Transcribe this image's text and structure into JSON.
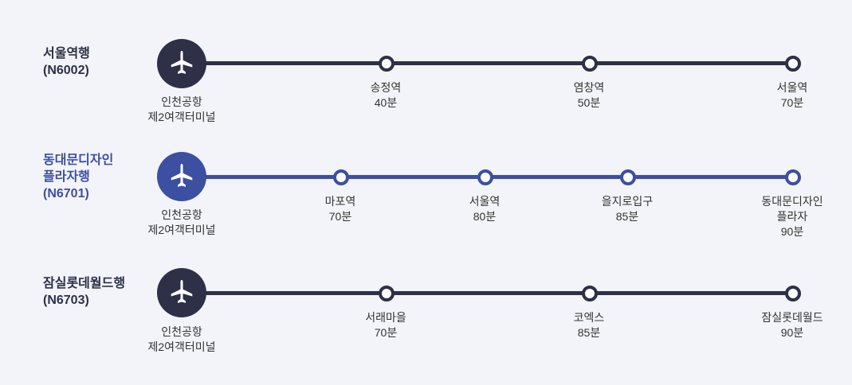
{
  "colors": {
    "dark": "#2d3047",
    "blue": "#3d4fa0"
  },
  "origin": {
    "name": "인천공항\n제2여객터미널"
  },
  "routes": [
    {
      "title": "서울역행\n(N6002)",
      "stops": [
        {
          "name": "송정역",
          "time": "40분"
        },
        {
          "name": "염창역",
          "time": "50분"
        },
        {
          "name": "서울역",
          "time": "70분"
        }
      ]
    },
    {
      "title": "동대문디자인\n플라자행\n(N6701)",
      "stops": [
        {
          "name": "마포역",
          "time": "70분"
        },
        {
          "name": "서울역",
          "time": "80분"
        },
        {
          "name": "을지로입구",
          "time": "85분"
        },
        {
          "name": "동대문디자인\n플라자",
          "time": "90분"
        }
      ]
    },
    {
      "title": "잠실롯데월드행\n(N6703)",
      "stops": [
        {
          "name": "서래마을",
          "time": "70분"
        },
        {
          "name": "코엑스",
          "time": "85분"
        },
        {
          "name": "잠실롯데월드",
          "time": "90분"
        }
      ]
    }
  ]
}
